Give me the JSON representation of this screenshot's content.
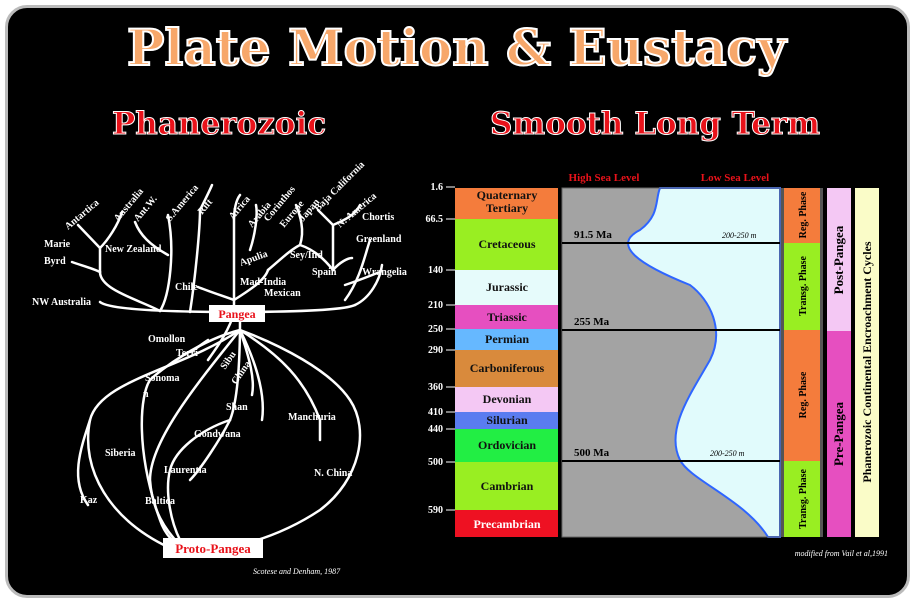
{
  "title": "Plate Motion & Eustacy",
  "left_panel": {
    "title": "Phanerozoic",
    "credit": "Scotese and Denham, 1987",
    "root_label": "Proto-Pangea",
    "node_label": "Pangea",
    "upper_labels": [
      "Antartica",
      "Australia",
      "Ant.W.",
      "S.America",
      "Rift",
      "Africa",
      "Arabia",
      "Corinthos",
      "Europe",
      "Japan",
      "Baja California",
      "N. America",
      "Chortis",
      "Greenland",
      "Wrangelia",
      "Spain",
      "Sey/Ind",
      "Apulia",
      "Mad-India",
      "Mexican",
      "Chile",
      "New Zealand",
      "Marie",
      "Byrd",
      "NW Australia"
    ],
    "lower_labels": [
      "Omollon",
      "Terri",
      "Sonoma",
      "n",
      "Sibu",
      "China",
      "Shan",
      "Manchuria",
      "Gondwana",
      "Siberia",
      "Laurentia",
      "Baltica",
      "Kaz",
      "N. China"
    ]
  },
  "right_panel": {
    "title": "Smooth Long Term",
    "credit": "modified from Vail et al,1991",
    "col_high": "High Sea Level",
    "col_low": "Low Sea Level",
    "ages": [
      "1.6",
      "66.5",
      "140",
      "210",
      "250",
      "290",
      "360",
      "410",
      "440",
      "500",
      "590"
    ],
    "periods": [
      {
        "name": "Quaternary",
        "color": "#f47c3c"
      },
      {
        "name": "Tertiary",
        "color": "#f47c3c"
      },
      {
        "name": "Cretaceous",
        "color": "#99ee22"
      },
      {
        "name": "Jurassic",
        "color": "#e6fbfb"
      },
      {
        "name": "Triassic",
        "color": "#e64fc0"
      },
      {
        "name": "Permian",
        "color": "#66b8ff"
      },
      {
        "name": "Carboniferous",
        "color": "#d98a3c"
      },
      {
        "name": "Devonian",
        "color": "#f4c8f4"
      },
      {
        "name": "Silurian",
        "color": "#5a7cf0"
      },
      {
        "name": "Ordovician",
        "color": "#22ee44"
      },
      {
        "name": "Cambrian",
        "color": "#99ee22"
      },
      {
        "name": "Precambrian",
        "color": "#ee1122"
      }
    ],
    "markers": [
      {
        "age": "91.5 Ma",
        "range": "200-250 m"
      },
      {
        "age": "255 Ma",
        "range": ""
      },
      {
        "age": "500 Ma",
        "range": "200-250 m"
      }
    ],
    "phases": [
      "Reg. Phase",
      "Transg. Phase",
      "Reg. Phase",
      "Transg. Phase"
    ],
    "eras": [
      "Post-Pangea",
      "Pre-Pangea"
    ],
    "cycles_label": "Phanerozoic Continental Encroachment Cycles"
  }
}
